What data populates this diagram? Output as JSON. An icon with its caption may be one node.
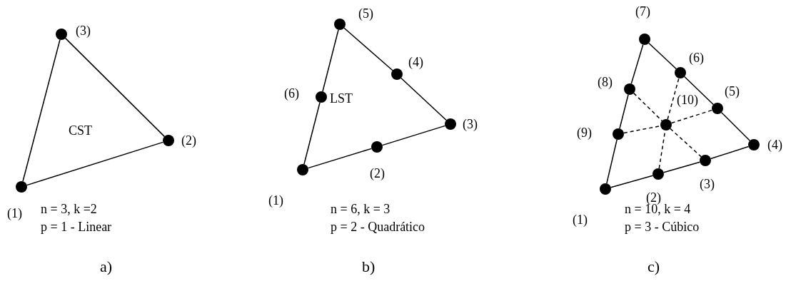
{
  "diagram": {
    "nodes": [
      {
        "text": [],
        "shape": "circle",
        "beside": [
          "(1)"
        ]
      },
      {
        "text": [],
        "shape": "circle",
        "beside": [
          "(2)"
        ]
      },
      {
        "text": [],
        "shape": "circle",
        "beside": [
          "(3)"
        ]
      },
      {
        "text": [],
        "shape": "circle",
        "beside": [
          "(1)"
        ]
      },
      {
        "text": [],
        "shape": "circle",
        "beside": [
          "(2)"
        ]
      },
      {
        "text": [],
        "shape": "circle",
        "beside": [
          "(3)"
        ]
      },
      {
        "text": [],
        "shape": "circle",
        "beside": [
          "(4)"
        ]
      },
      {
        "text": [],
        "shape": "circle",
        "beside": [
          "(5)"
        ]
      },
      {
        "text": [],
        "shape": "circle",
        "beside": [
          "(6)"
        ]
      },
      {
        "text": [],
        "shape": "circle",
        "beside": [
          "(1)"
        ]
      },
      {
        "text": [],
        "shape": "circle",
        "beside": [
          "(2)"
        ]
      },
      {
        "text": [],
        "shape": "circle",
        "beside": [
          "(3)"
        ]
      },
      {
        "text": [],
        "shape": "circle",
        "beside": [
          "(4)"
        ]
      },
      {
        "text": [],
        "shape": "circle",
        "beside": [
          "(5)"
        ]
      },
      {
        "text": [],
        "shape": "circle",
        "beside": [
          "(6)"
        ]
      },
      {
        "text": [],
        "shape": "circle",
        "beside": [
          "(7)"
        ]
      },
      {
        "text": [],
        "shape": "circle",
        "beside": [
          "(8)"
        ]
      },
      {
        "text": [],
        "shape": "circle",
        "beside": [
          "(9)"
        ]
      },
      {
        "text": [],
        "shape": "circle",
        "beside": [
          "(10)"
        ]
      }
    ],
    "edges": [
      {
        "from": 0,
        "to": 1,
        "arrow": "none"
      },
      {
        "from": 1,
        "to": 2,
        "arrow": "none"
      },
      {
        "from": 2,
        "to": 0,
        "arrow": "none"
      },
      {
        "from": 3,
        "to": 4,
        "arrow": "none"
      },
      {
        "from": 4,
        "to": 5,
        "arrow": "none"
      },
      {
        "from": 5,
        "to": 6,
        "arrow": "none"
      },
      {
        "from": 6,
        "to": 7,
        "arrow": "none"
      },
      {
        "from": 7,
        "to": 8,
        "arrow": "none"
      },
      {
        "from": 8,
        "to": 3,
        "arrow": "none"
      },
      {
        "from": 9,
        "to": 10,
        "arrow": "none"
      },
      {
        "from": 10,
        "to": 11,
        "arrow": "none"
      },
      {
        "from": 11,
        "to": 12,
        "arrow": "none"
      },
      {
        "from": 12,
        "to": 13,
        "arrow": "none"
      },
      {
        "from": 13,
        "to": 14,
        "arrow": "none"
      },
      {
        "from": 14,
        "to": 15,
        "arrow": "none"
      },
      {
        "from": 15,
        "to": 16,
        "arrow": "none"
      },
      {
        "from": 16,
        "to": 17,
        "arrow": "none"
      },
      {
        "from": 17,
        "to": 9,
        "arrow": "none"
      },
      {
        "from": 16,
        "to": 18,
        "arrow": "none",
        "style": "dashed"
      },
      {
        "from": 18,
        "to": 11,
        "arrow": "none",
        "style": "dashed"
      },
      {
        "from": 17,
        "to": 18,
        "arrow": "none",
        "style": "dashed"
      },
      {
        "from": 18,
        "to": 13,
        "arrow": "none",
        "style": "dashed"
      },
      {
        "from": 10,
        "to": 18,
        "arrow": "none",
        "style": "dashed"
      },
      {
        "from": 18,
        "to": 14,
        "arrow": "none",
        "style": "dashed"
      }
    ],
    "labels": [
      "CST",
      "n = 3, k =2",
      "p = 1 - Linear",
      "a)",
      "LST",
      "n = 6, k = 3",
      "p = 2 - Quadrático",
      "b)",
      "n = 10, k = 4",
      "p = 3 - Cúbico",
      "c)"
    ]
  }
}
